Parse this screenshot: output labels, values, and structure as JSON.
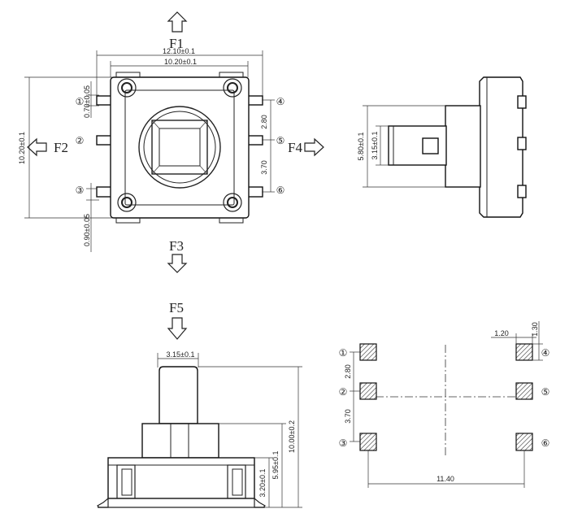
{
  "forces": {
    "f1": "F1",
    "f2": "F2",
    "f3": "F3",
    "f4": "F4",
    "f5": "F5"
  },
  "top_view": {
    "overall_width": "12.10±0.1",
    "body_width": "10.20±0.1",
    "body_height": "10.20±0.1",
    "pin_width_top": "0.70±0.05",
    "pin_width_bottom": "0.90±0.05",
    "pitch_upper": "2.80",
    "pitch_lower": "3.70",
    "pins": [
      "①",
      "②",
      "③",
      "④",
      "⑤",
      "⑥"
    ]
  },
  "side_view": {
    "housing_height": "5.80±0.1",
    "actuator_width": "3.15±0.1"
  },
  "front_view": {
    "actuator_width": "3.15±0.1",
    "total_height": "10.00±0.2",
    "body_height": "5.95±0.1",
    "base_height": "3.20±0.1"
  },
  "footprint": {
    "pad_width": "1.20",
    "pad_height": "1.30",
    "pitch_upper": "2.80",
    "pitch_lower": "3.70",
    "row_spacing": "11.40",
    "pins": [
      "①",
      "②",
      "③",
      "④",
      "⑤",
      "⑥"
    ]
  }
}
